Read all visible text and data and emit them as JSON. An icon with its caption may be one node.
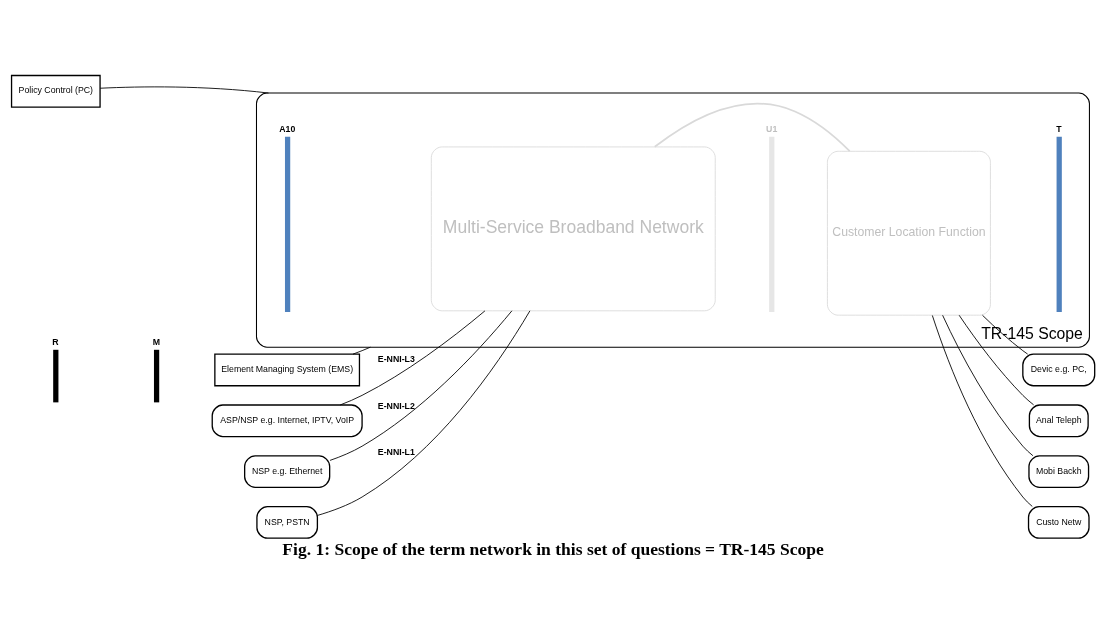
{
  "diagram": {
    "caption": "Fig. 1: Scope of the term network in this set of questions = TR-145 Scope",
    "nodes": [
      {
        "text": [
          "Policy Control (PC)"
        ]
      },
      {
        "text": [
          "R"
        ]
      },
      {
        "text": [
          "M"
        ]
      },
      {
        "text": [
          "Element Managing System (EMS)"
        ]
      },
      {
        "text": [
          "TR-145 Scope"
        ]
      },
      {
        "text": [
          "A10"
        ],
        "in": 4
      },
      {
        "text": [
          "U1"
        ],
        "in": 4
      },
      {
        "text": [
          "T"
        ],
        "in": 4
      },
      {
        "text": [
          "ASP/NSP e.g. Internet, IPTV, VoIP"
        ]
      },
      {
        "text": [
          "Multi-Service Broadband Network"
        ],
        "in": 4
      },
      {
        "text": [
          "Customer Location Function"
        ],
        "in": 4
      },
      {
        "text": [
          "Devic e.g. PC,"
        ]
      },
      {
        "text": [
          "NSP e.g. Ethernet"
        ]
      },
      {
        "text": [
          "Anal Teleph"
        ]
      },
      {
        "text": [
          "Mobi Backh"
        ]
      },
      {
        "text": [
          "NSP, PSTN"
        ]
      },
      {
        "text": [
          "Custo Netw"
        ]
      }
    ],
    "edges": [
      {
        "from": 0,
        "to": 4,
        "arrow": "none"
      },
      {
        "from": 3,
        "to": 4,
        "arrow": "none"
      },
      {
        "from": 8,
        "to": 9,
        "arrow": "none",
        "label": "E-NNI-L3"
      },
      {
        "from": 12,
        "to": 9,
        "arrow": "none",
        "label": "E-NNI-L2"
      },
      {
        "from": 15,
        "to": 9,
        "arrow": "none",
        "label": "E-NNI-L1"
      },
      {
        "from": 9,
        "to": 10,
        "arrow": "none",
        "color": "#d9d9d9"
      },
      {
        "from": 10,
        "to": 11,
        "arrow": "none"
      },
      {
        "from": 10,
        "to": 13,
        "arrow": "none"
      },
      {
        "from": 10,
        "to": 14,
        "arrow": "none"
      },
      {
        "from": 10,
        "to": 16,
        "arrow": "none"
      }
    ]
  }
}
